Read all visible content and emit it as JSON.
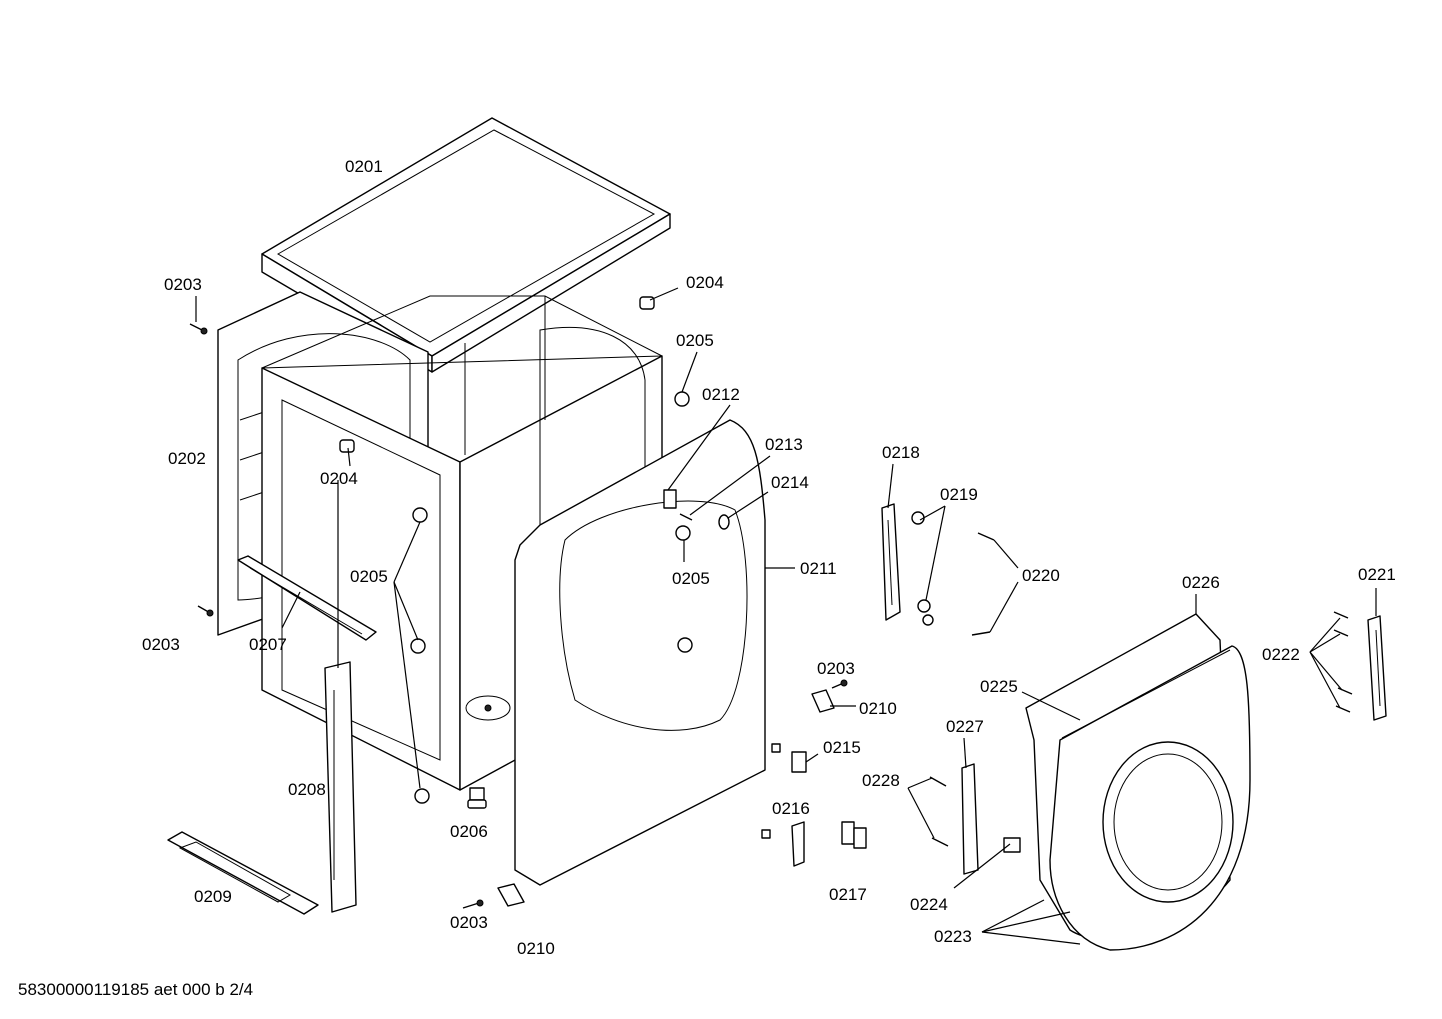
{
  "document_code": "58300000119185 aet 000 b 2/4",
  "callouts": {
    "c0201": "0201",
    "c0202": "0202",
    "c0203_a": "0203",
    "c0203_b": "0203",
    "c0203_c": "0203",
    "c0203_d": "0203",
    "c0204_a": "0204",
    "c0204_b": "0204",
    "c0205_a": "0205",
    "c0205_b": "0205",
    "c0205_c": "0205",
    "c0206": "0206",
    "c0207": "0207",
    "c0208": "0208",
    "c0209": "0209",
    "c0210_a": "0210",
    "c0210_b": "0210",
    "c0211": "0211",
    "c0212": "0212",
    "c0213": "0213",
    "c0214": "0214",
    "c0215": "0215",
    "c0216": "0216",
    "c0217": "0217",
    "c0218": "0218",
    "c0219": "0219",
    "c0220": "0220",
    "c0221": "0221",
    "c0222": "0222",
    "c0223": "0223",
    "c0224": "0224",
    "c0225": "0225",
    "c0226": "0226",
    "c0227": "0227",
    "c0228": "0228"
  }
}
